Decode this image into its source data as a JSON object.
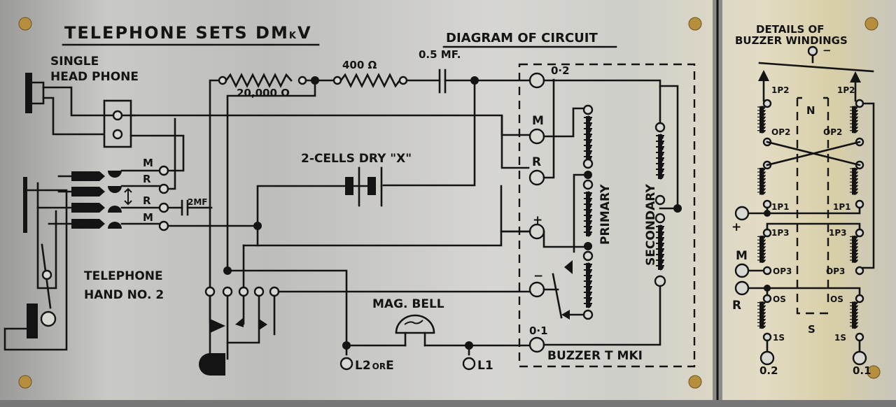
{
  "plate": {
    "title_main": "TELEPHONE SETS DM",
    "title_suffix_small": "K",
    "title_suffix": "V",
    "diagram_heading": "DIAGRAM OF CIRCUIT",
    "ink_color": "#141414",
    "plate_color": "#c9c9c6",
    "screw_color": "#b58f3e"
  },
  "left_labels": {
    "headphone_line1": "SINGLE",
    "headphone_line2": "HEAD PHONE",
    "hand_line1": "TELEPHONE",
    "hand_line2": "HAND NO. 2"
  },
  "components": {
    "resistor_20k": "20,000 Ω",
    "resistor_400": "400 Ω",
    "capacitor_05": "0.5 MF.",
    "capacitor_2": "2MF",
    "battery": "2-CELLS  DRY \"X\"",
    "bell": "MAG. BELL",
    "buzzer": "BUZZER T MKI",
    "primary": "PRIMARY",
    "secondary": "SECONDARY"
  },
  "jack_labels": [
    "M",
    "R",
    "R",
    "M"
  ],
  "terminals": {
    "t_02": "0·2",
    "t_M": "M",
    "t_R": "R",
    "t_plus": "+",
    "t_minus": "−",
    "t_01": "0·1",
    "t_L2": "L2",
    "t_L2_or": "OR",
    "t_L2_E": "E",
    "t_L1": "L1"
  },
  "windings": {
    "heading_line1": "DETAILS OF",
    "heading_line2": "BUZZER WINDINGS",
    "minus": "−",
    "n_label": "N",
    "s_label": "S",
    "left": [
      "1P2",
      "OP2",
      "1P1",
      "1P3",
      "OP3",
      "OS",
      "1S"
    ],
    "right": [
      "1P2",
      "OP2",
      "1P1",
      "1P3",
      "OP3",
      "OS",
      "1S"
    ],
    "plus": "+",
    "M": "M",
    "R": "R",
    "out_left": "0.2",
    "out_right": "0.1"
  }
}
